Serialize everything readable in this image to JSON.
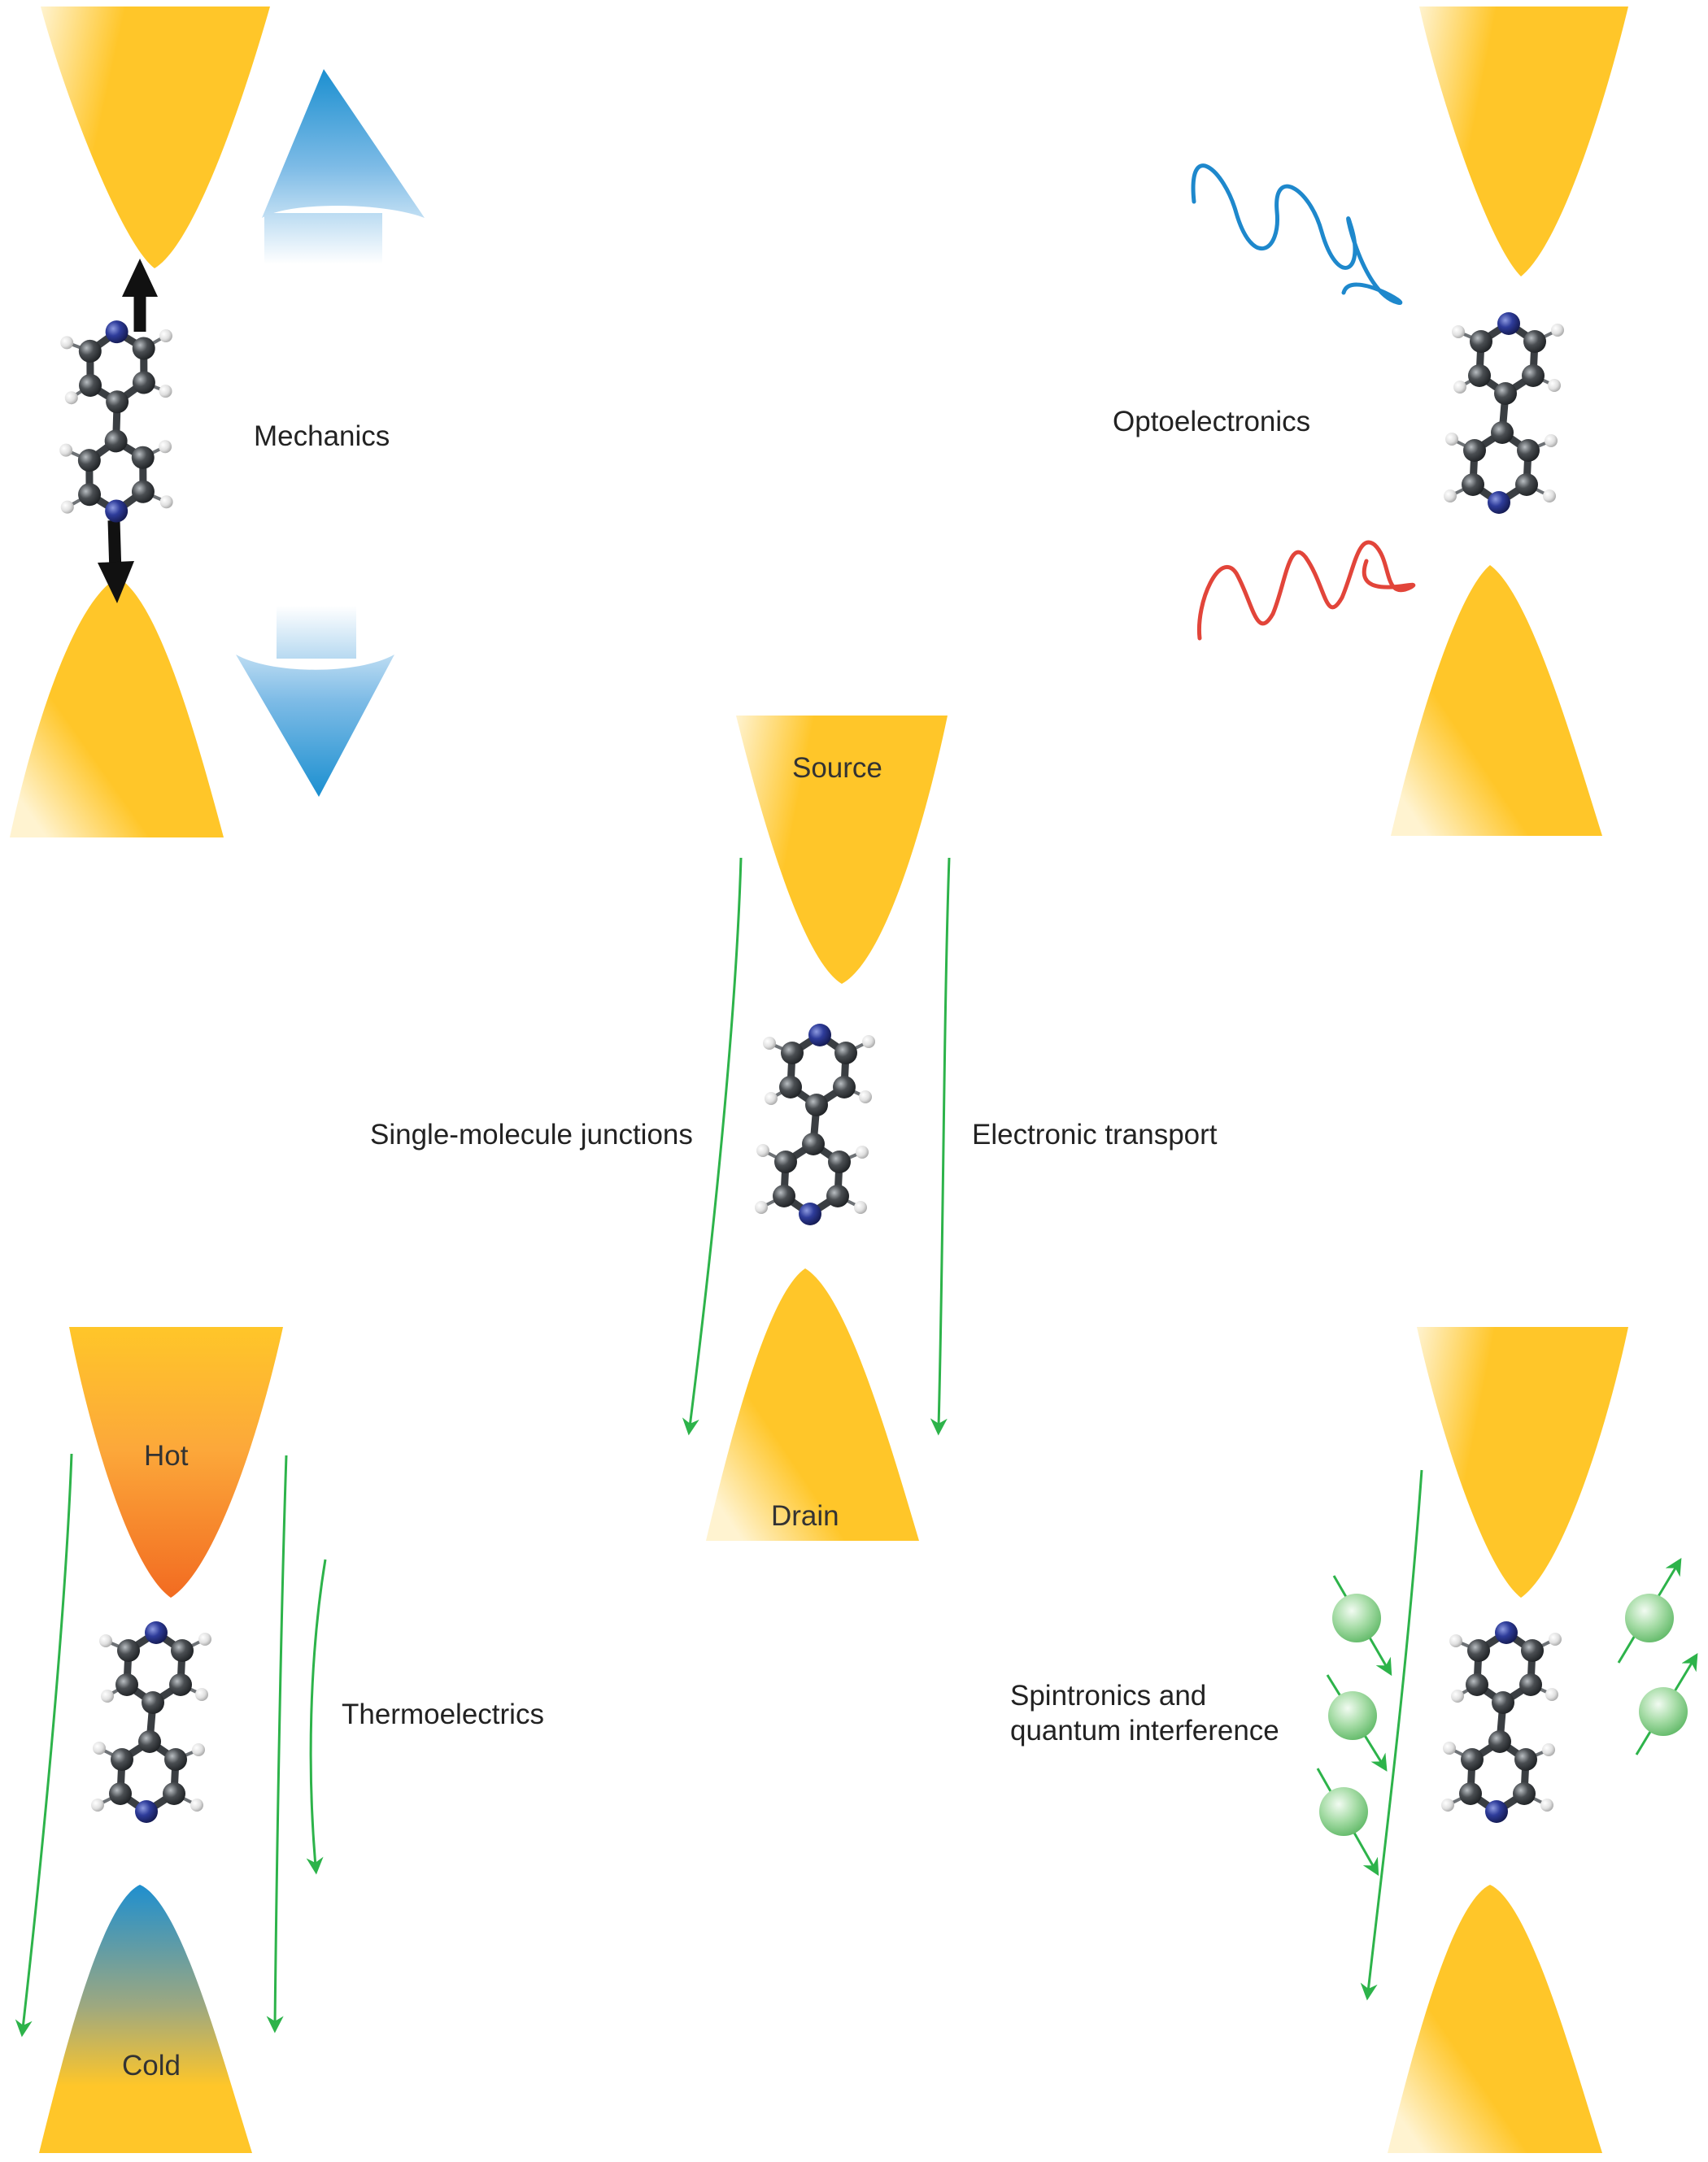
{
  "figure": {
    "center_label": "Single-molecule junctions",
    "panels": {
      "mechanics": {
        "label": "Mechanics"
      },
      "optoelectronics": {
        "label": "Optoelectronics"
      },
      "electronic_transport": {
        "label": "Electronic transport",
        "top_electrode": "Source",
        "bottom_electrode": "Drain"
      },
      "thermoelectrics": {
        "label": "Thermoelectrics",
        "top_electrode": "Hot",
        "bottom_electrode": "Cold"
      },
      "spintronics": {
        "label_line1": "Spintronics and",
        "label_line2": "quantum interference"
      }
    }
  },
  "colors": {
    "gold": "#FFC629",
    "arrow_blue": "#1B8FD0",
    "wave_blue": "#1E88CC",
    "wave_red": "#E2453A",
    "flow_green": "#2DB34A",
    "hot_orange": "#F26B21",
    "cold_blue": "#1F8FCF",
    "carbon": "#4A4E52",
    "nitrogen": "#2E3C9A",
    "hydrogen": "#E6E6E6",
    "spin_green": "#9AD89A"
  }
}
